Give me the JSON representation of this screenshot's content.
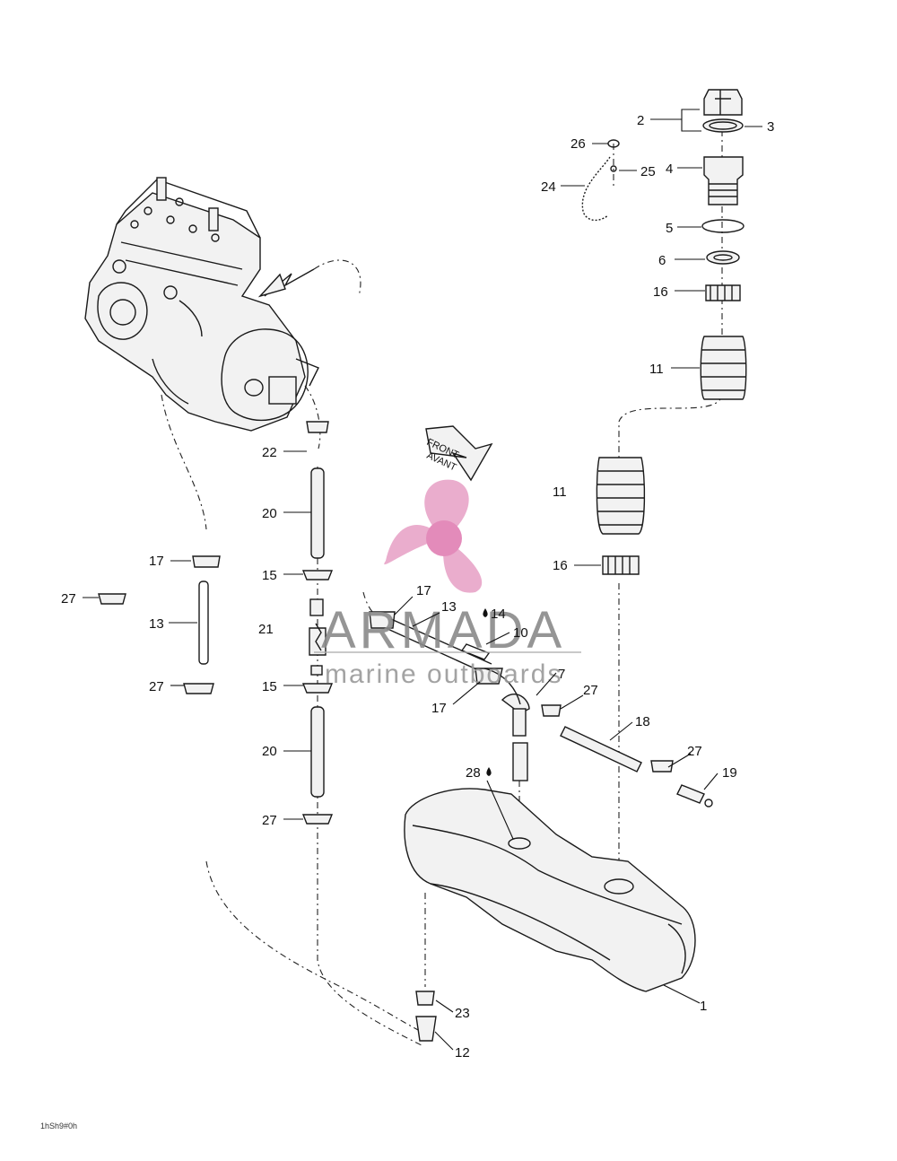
{
  "diagram": {
    "drawing_code": "1hSh9#0h",
    "direction_label_line1": "FRONT",
    "direction_label_line2": "AVANT",
    "watermark": {
      "brand": "ARMADA",
      "tagline": "marine outboards",
      "color_pink": "#e8a5c8",
      "color_pink_dark": "#e17fb3",
      "color_gray": "#8a8a8a"
    },
    "callouts": [
      {
        "id": "c2",
        "text": "2"
      },
      {
        "id": "c3",
        "text": "3"
      },
      {
        "id": "c26",
        "text": "26"
      },
      {
        "id": "c25",
        "text": "25"
      },
      {
        "id": "c24",
        "text": "24"
      },
      {
        "id": "c4",
        "text": "4"
      },
      {
        "id": "c5",
        "text": "5"
      },
      {
        "id": "c6",
        "text": "6"
      },
      {
        "id": "c16a",
        "text": "16"
      },
      {
        "id": "c11a",
        "text": "11"
      },
      {
        "id": "c22",
        "text": "22"
      },
      {
        "id": "c20a",
        "text": "20"
      },
      {
        "id": "c11b",
        "text": "11"
      },
      {
        "id": "c17a",
        "text": "17"
      },
      {
        "id": "c16b",
        "text": "16"
      },
      {
        "id": "c15a",
        "text": "15"
      },
      {
        "id": "c27a",
        "text": "27"
      },
      {
        "id": "c13a",
        "text": "13"
      },
      {
        "id": "c17b",
        "text": "17"
      },
      {
        "id": "c13b",
        "text": "13"
      },
      {
        "id": "c14",
        "text": "14"
      },
      {
        "id": "c21",
        "text": "21"
      },
      {
        "id": "c10",
        "text": "10"
      },
      {
        "id": "c7",
        "text": "7"
      },
      {
        "id": "c27b",
        "text": "27"
      },
      {
        "id": "c15b",
        "text": "15"
      },
      {
        "id": "c27c",
        "text": "27"
      },
      {
        "id": "c17c",
        "text": "17"
      },
      {
        "id": "c18",
        "text": "18"
      },
      {
        "id": "c20b",
        "text": "20"
      },
      {
        "id": "c27d",
        "text": "27"
      },
      {
        "id": "c19",
        "text": "19"
      },
      {
        "id": "c28",
        "text": "28"
      },
      {
        "id": "c27e",
        "text": "27"
      },
      {
        "id": "c1",
        "text": "1"
      },
      {
        "id": "c23",
        "text": "23"
      },
      {
        "id": "c12",
        "text": "12"
      }
    ]
  }
}
